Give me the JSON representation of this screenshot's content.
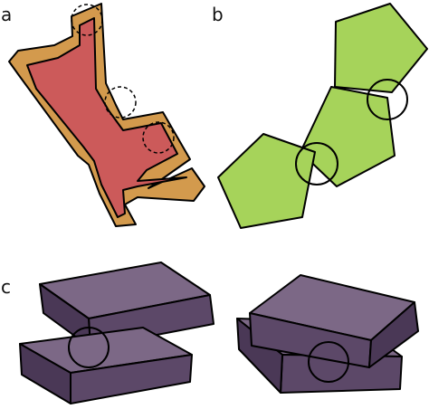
{
  "panels": [
    {
      "label": "a"
    },
    {
      "label": "b"
    },
    {
      "label": "c"
    }
  ],
  "colors": {
    "star_outer": "#d39a4d",
    "star_inner": "#cc5a5a",
    "pentagon": "#a6d35a",
    "block_top": "#7c6886",
    "block_side": "#5c4868",
    "block_dark": "#4a3856",
    "outline": "#000000"
  }
}
